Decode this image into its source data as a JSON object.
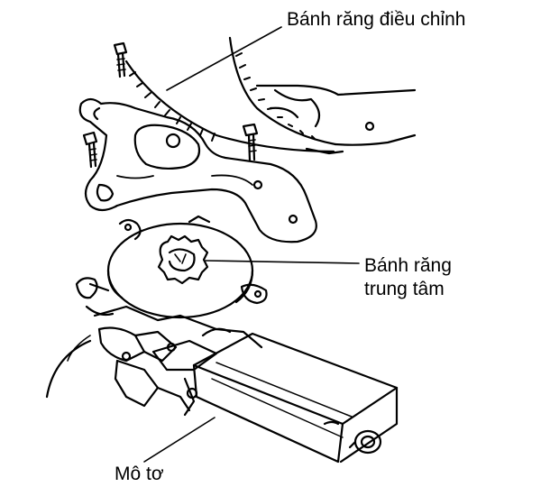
{
  "labels": {
    "adjust_gear": "Bánh răng điều chỉnh",
    "center_gear_line1": "Bánh răng",
    "center_gear_line2": "trung tâm",
    "motor": "Mô tơ"
  },
  "colors": {
    "ink": "#000000",
    "paper": "#ffffff"
  }
}
